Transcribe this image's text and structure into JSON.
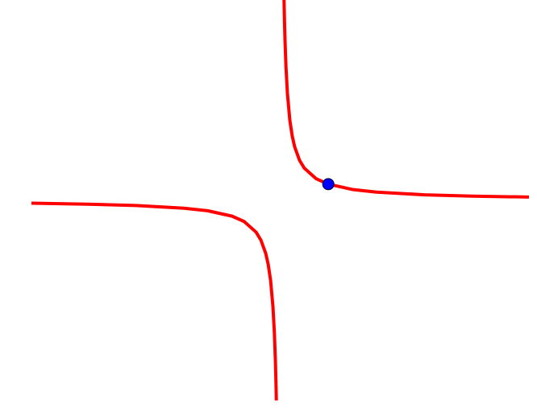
{
  "chart_data": {
    "type": "line",
    "title": "",
    "xlabel": "",
    "ylabel": "",
    "grid": false,
    "xlim": [
      -5.17,
      5.17
    ],
    "ylim": [
      -4.24,
      4.03
    ],
    "series": [
      {
        "function": "1/(3x)",
        "color": "#ff0000",
        "branches": [
          {
            "x": [
              -5.17,
              -4,
              -3,
              -2,
              -1.5,
              -1,
              -0.75,
              -0.5,
              -0.4,
              -0.3,
              -0.25,
              -0.2,
              -0.15,
              -0.12,
              -0.1,
              -0.09,
              -0.085,
              -0.08
            ],
            "y": [
              -0.064,
              -0.083,
              -0.111,
              -0.167,
              -0.222,
              -0.333,
              -0.444,
              -0.667,
              -0.833,
              -1.111,
              -1.333,
              -1.667,
              -2.222,
              -2.778,
              -3.333,
              -3.704,
              -3.922,
              -4.167
            ]
          },
          {
            "x": [
              0.08,
              0.085,
              0.09,
              0.1,
              0.12,
              0.15,
              0.2,
              0.25,
              0.3,
              0.4,
              0.5,
              0.75,
              1,
              1.5,
              2,
              3,
              4,
              5.17
            ],
            "y": [
              4.167,
              3.922,
              3.704,
              3.333,
              2.778,
              2.222,
              1.667,
              1.333,
              1.111,
              0.833,
              0.667,
              0.444,
              0.333,
              0.222,
              0.167,
              0.111,
              0.083,
              0.064
            ]
          }
        ]
      }
    ],
    "highlight_point": {
      "x": 1,
      "y": 0.333,
      "color": "#0000ff"
    }
  }
}
